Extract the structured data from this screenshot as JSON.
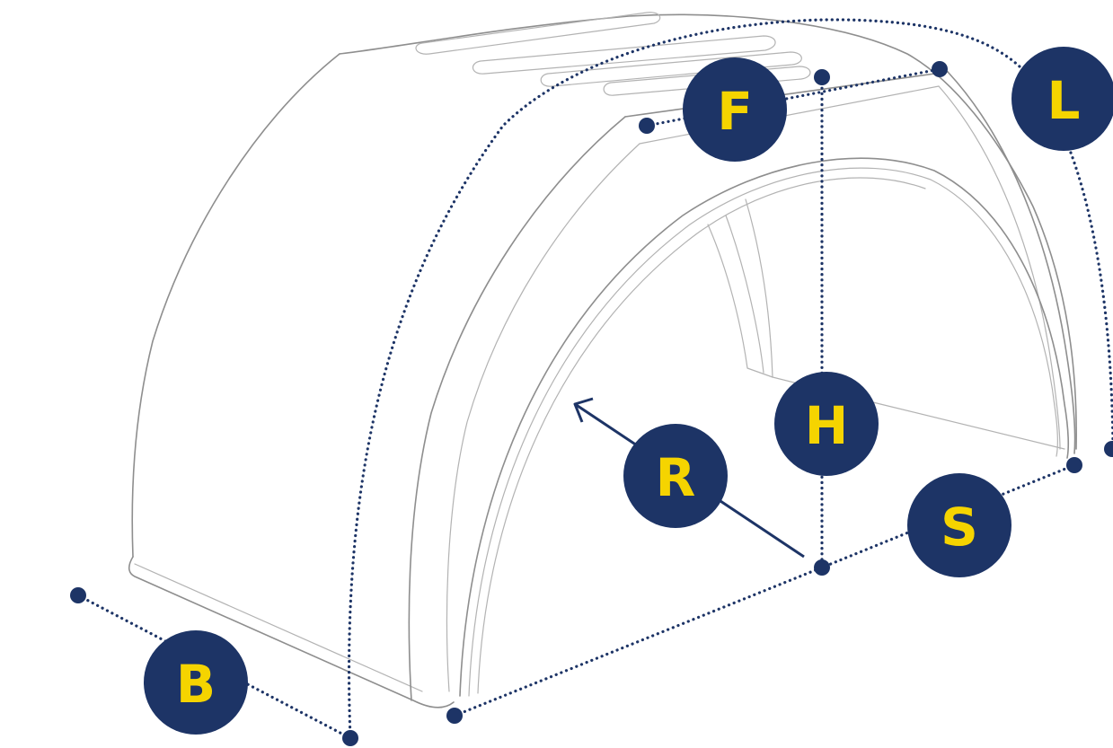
{
  "colors": {
    "accent": "#1d3466",
    "label": "#f5d400",
    "outline": "#8e8e8e"
  },
  "dimensions": [
    {
      "id": "F",
      "letter": "F"
    },
    {
      "id": "L",
      "letter": "L"
    },
    {
      "id": "H",
      "letter": "H"
    },
    {
      "id": "R",
      "letter": "R"
    },
    {
      "id": "S",
      "letter": "S"
    },
    {
      "id": "B",
      "letter": "B"
    }
  ]
}
